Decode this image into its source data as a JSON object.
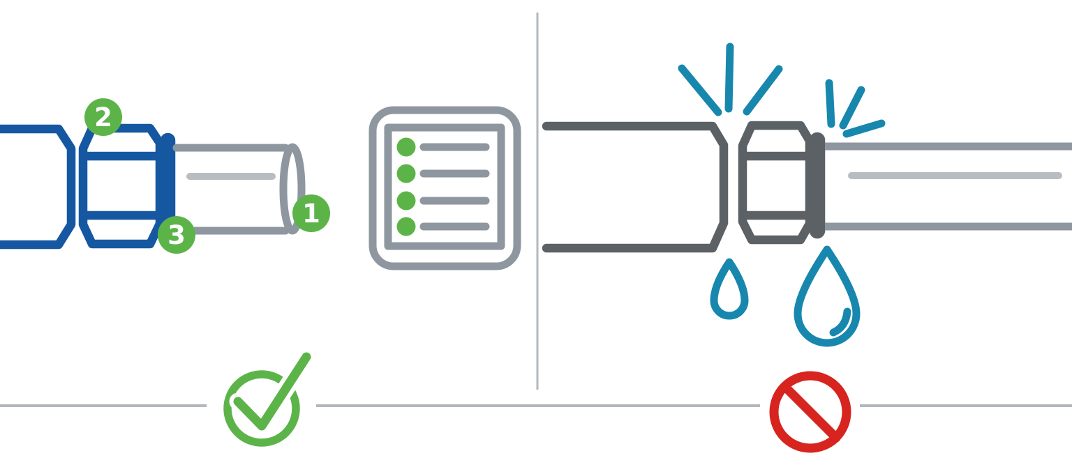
{
  "diagram": {
    "description": "Pipe compression fitting installation comparison: correct assembly vs over-tightened leaking assembly",
    "background": "#ffffff",
    "colors": {
      "background": "#ffffff",
      "blue": "#1558a1",
      "gray_light": "#8e969f",
      "gray_lighter": "#b8bdc3",
      "gray_dark": "#5b6165",
      "teal": "#1787ae",
      "green": "#5cb449",
      "red": "#d7241f",
      "line": "#b2b8be"
    },
    "panels": {
      "left": {
        "name": "correct-assembly",
        "result": "approved",
        "result_icon": "checkmark-circle-icon",
        "callouts": [
          {
            "label": "1"
          },
          {
            "label": "2"
          },
          {
            "label": "3"
          }
        ],
        "icons": [
          "blue-union-nut-fitting-icon",
          "pipe-end-icon",
          "checklist-icon"
        ],
        "checklist_rows": 4
      },
      "right": {
        "name": "over-tightened-assembly",
        "result": "prohibited",
        "result_icon": "prohibited-circle-icon",
        "icons": [
          "gray-union-nut-fitting-icon",
          "stress-spark-icon",
          "water-drop-small-icon",
          "water-drop-large-icon"
        ]
      }
    }
  }
}
